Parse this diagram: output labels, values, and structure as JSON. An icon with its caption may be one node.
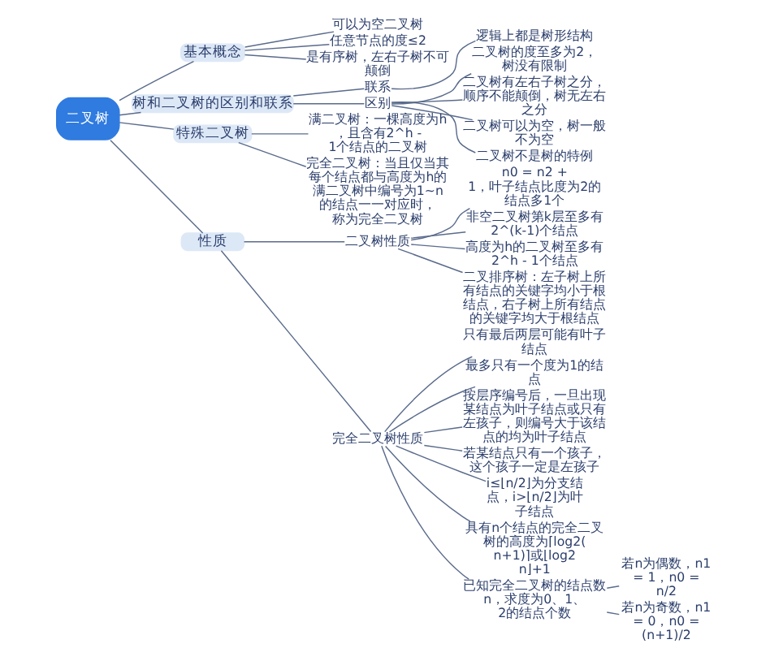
{
  "diagram": {
    "nodes": [
      {
        "text": [
          "二叉树"
        ]
      },
      {
        "text": [
          "基本概念"
        ]
      },
      {
        "text": [
          "可以为空二叉树"
        ]
      },
      {
        "text": [
          "任意节点的度≤2"
        ]
      },
      {
        "text": [
          "是有序树，左右子树不可颠倒"
        ]
      },
      {
        "text": [
          "树和二叉树的区别和联系"
        ]
      },
      {
        "text": [
          "联系"
        ]
      },
      {
        "text": [
          "逻辑上都是树形结构"
        ]
      },
      {
        "text": [
          "区别"
        ]
      },
      {
        "text": [
          "二叉树的度至多为2，树没有限制"
        ]
      },
      {
        "text": [
          "二叉树有左右子树之分，顺序不能颠倒，树无左右之分"
        ]
      },
      {
        "text": [
          "二叉树可以为空，树一般不为空"
        ]
      },
      {
        "text": [
          "二叉树不是树的特例"
        ]
      },
      {
        "text": [
          "特殊二叉树"
        ]
      },
      {
        "text": [
          "满二叉树：一棵高度为h，且含有2^h - 1个结点的二叉树"
        ]
      },
      {
        "text": [
          "完全二叉树：当且仅当其每个结点都与高度为h的满二叉树中编号为1~n的结点一一对应时，称为完全二叉树"
        ]
      },
      {
        "text": [
          "性质"
        ]
      },
      {
        "text": [
          "二叉树性质"
        ]
      },
      {
        "text": [
          "n0 = n2 + 1，叶子结点比度为2的结点多1个"
        ]
      },
      {
        "text": [
          "非空二叉树第k层至多有2^(k-1)个结点"
        ]
      },
      {
        "text": [
          "高度为h的二叉树至多有2^h - 1个结点"
        ]
      },
      {
        "text": [
          "二叉排序树：左子树上所有结点的关键字均小于根结点，右子树上所有结点的关键字均大于根结点"
        ]
      },
      {
        "text": [
          "完全二叉树性质"
        ]
      },
      {
        "text": [
          "只有最后两层可能有叶子结点"
        ]
      },
      {
        "text": [
          "最多只有一个度为1的结点"
        ]
      },
      {
        "text": [
          "按层序编号后，一旦出现某结点为叶子结点或只有左孩子，则编号大于该结点的均为叶子结点"
        ]
      },
      {
        "text": [
          "若某结点只有一个孩子，这个孩子一定是左孩子"
        ]
      },
      {
        "text": [
          "i≤⌊n/2⌋为分支结点，i>⌊n/2⌋为叶子结点"
        ]
      },
      {
        "text": [
          "具有n个结点的完全二叉树的高度为⌈log2(n+1)⌉或⌊log2n⌋+1"
        ]
      },
      {
        "text": [
          "已知完全二叉树的结点数n，求度为0、1、2的结点个数"
        ]
      },
      {
        "text": [
          "若n为偶数，n1 = 1，n0 = n/2"
        ]
      },
      {
        "text": [
          "若n为奇数，n1 = 0，n0 = (n+1)/2"
        ]
      }
    ],
    "edges": [
      {
        "from": 0,
        "to": 1,
        "arrow": "none"
      },
      {
        "from": 1,
        "to": 2,
        "arrow": "none"
      },
      {
        "from": 1,
        "to": 3,
        "arrow": "none"
      },
      {
        "from": 1,
        "to": 4,
        "arrow": "none"
      },
      {
        "from": 0,
        "to": 5,
        "arrow": "none"
      },
      {
        "from": 5,
        "to": 6,
        "arrow": "none"
      },
      {
        "from": 6,
        "to": 7,
        "arrow": "none"
      },
      {
        "from": 5,
        "to": 8,
        "arrow": "none"
      },
      {
        "from": 8,
        "to": 9,
        "arrow": "none"
      },
      {
        "from": 8,
        "to": 10,
        "arrow": "none"
      },
      {
        "from": 8,
        "to": 11,
        "arrow": "none"
      },
      {
        "from": 8,
        "to": 12,
        "arrow": "none"
      },
      {
        "from": 0,
        "to": 13,
        "arrow": "none"
      },
      {
        "from": 13,
        "to": 14,
        "arrow": "none"
      },
      {
        "from": 13,
        "to": 15,
        "arrow": "none"
      },
      {
        "from": 0,
        "to": 16,
        "arrow": "none"
      },
      {
        "from": 16,
        "to": 17,
        "arrow": "none"
      },
      {
        "from": 17,
        "to": 18,
        "arrow": "none"
      },
      {
        "from": 17,
        "to": 19,
        "arrow": "none"
      },
      {
        "from": 17,
        "to": 20,
        "arrow": "none"
      },
      {
        "from": 17,
        "to": 21,
        "arrow": "none"
      },
      {
        "from": 16,
        "to": 22,
        "arrow": "none"
      },
      {
        "from": 22,
        "to": 23,
        "arrow": "none"
      },
      {
        "from": 22,
        "to": 24,
        "arrow": "none"
      },
      {
        "from": 22,
        "to": 25,
        "arrow": "none"
      },
      {
        "from": 22,
        "to": 26,
        "arrow": "none"
      },
      {
        "from": 22,
        "to": 27,
        "arrow": "none"
      },
      {
        "from": 22,
        "to": 28,
        "arrow": "none"
      },
      {
        "from": 22,
        "to": 29,
        "arrow": "none"
      },
      {
        "from": 29,
        "to": 30,
        "arrow": "none"
      },
      {
        "from": 29,
        "to": 31,
        "arrow": "none"
      }
    ]
  }
}
